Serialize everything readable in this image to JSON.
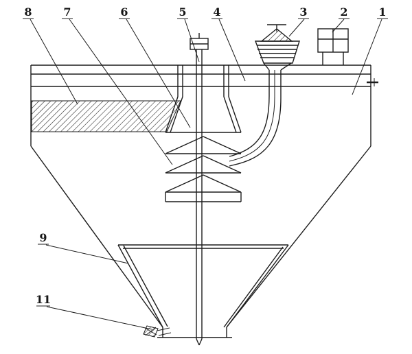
{
  "diagram": {
    "background_color": "#ffffff",
    "line_color": "#1c1c1c",
    "callouts": {
      "n1": "1",
      "n2": "2",
      "n3": "3",
      "n4": "4",
      "n5": "5",
      "n6": "6",
      "n7": "7",
      "n8": "8",
      "n9": "9",
      "n11": "11"
    }
  }
}
